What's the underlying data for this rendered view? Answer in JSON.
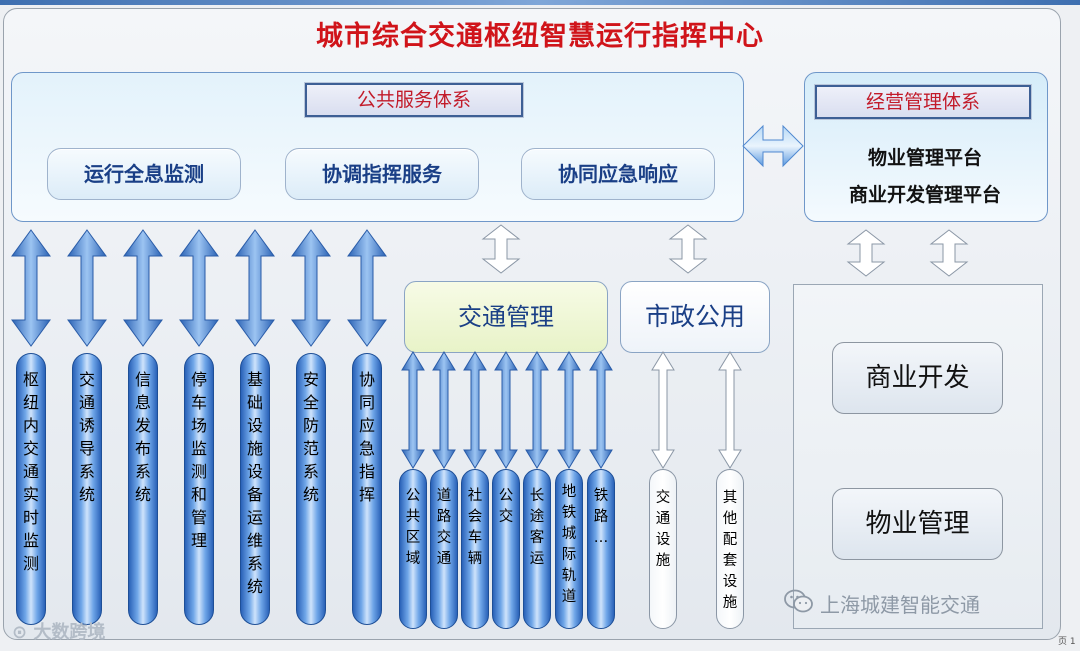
{
  "title": "城市综合交通枢纽智慧运行指挥中心",
  "public_service": {
    "tab": "公共服务体系",
    "pills": [
      "运行全息监测",
      "协调指挥服务",
      "协同应急响应"
    ]
  },
  "business": {
    "tab": "经营管理体系",
    "lines": [
      "物业管理平台",
      "商业开发管理平台"
    ]
  },
  "traffic_mgmt": "交通管理",
  "municipal": "市政公用",
  "commercial_dev": "商业开发",
  "property_mgmt": "物业管理",
  "systems": [
    "枢纽内交通实时监测",
    "交通诱导系统",
    "信息发布系统",
    "停车场监测和管理",
    "基础设施设备运维系统",
    "安全防范系统",
    "协同应急指挥"
  ],
  "traffic_items": [
    "公共区域",
    "道路交通",
    "社会车辆",
    "公交",
    "长途客运",
    "地铁城际轨道",
    "铁路…"
  ],
  "municipal_items": [
    "交通设施",
    "其他配套设施"
  ],
  "watermark_right": "上海城建智能交通",
  "watermark_left": "大数跨境",
  "page_label": "页 1",
  "colors": {
    "title_red": "#d0141a",
    "label_blue": "#1a3f86",
    "pill_blue": "#2a62b8",
    "arrow_blue": "#5a93e0"
  }
}
